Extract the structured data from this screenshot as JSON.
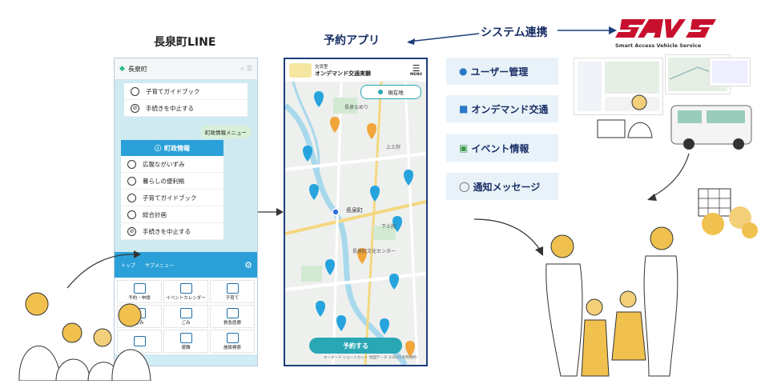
{
  "labels": {
    "line_title": "長泉町LINE",
    "app_title": "予約アプリ",
    "system_link": "システム連携"
  },
  "brand": {
    "name": "SAVS",
    "tagline": "Smart Access Vehicle Service",
    "accent": "#c8102e"
  },
  "line": {
    "chat_title": "長泉町",
    "top_items": [
      "子育てガイドブック",
      "手続きを中止する"
    ],
    "bubble": "町政情報メニュー",
    "card_title": "町政情報",
    "card_items": [
      "広報ながいずみ",
      "暮らしの便利帳",
      "子育てガイドブック",
      "総合計画",
      "手続きを中止する"
    ],
    "tabs": [
      "トップ",
      "サブメニュー"
    ],
    "grid": [
      "予約・申請",
      "イベントカレンダー",
      "子育て",
      "ごみ",
      "ごみ",
      "救急医療",
      "",
      "避難",
      "施設検索"
    ]
  },
  "app": {
    "header_small": "交流型",
    "header": "オンデマンド交通実験",
    "menu_label": "MENU",
    "current_location": "現在地",
    "map_labels": [
      "長泉なめり",
      "長泉町",
      "上土狩",
      "下土狩",
      "長泉町文化センター"
    ],
    "reserve_button": "予約する",
    "footer": "キーボード ショートカット  地図データ ©2023  利用規約"
  },
  "features": [
    {
      "icon": "user-icon",
      "label": "ユーザー管理"
    },
    {
      "icon": "car-icon",
      "label": "オンデマンド交通"
    },
    {
      "icon": "map-icon",
      "label": "イベント情報"
    },
    {
      "icon": "speech-icon",
      "label": "通知メッセージ"
    }
  ],
  "colors": {
    "line_blue": "#2ba0d8",
    "app_teal": "#29a7b5",
    "navy": "#1a2f66",
    "pin_blue": "#27a4dd",
    "pin_orange": "#f1a53a"
  }
}
